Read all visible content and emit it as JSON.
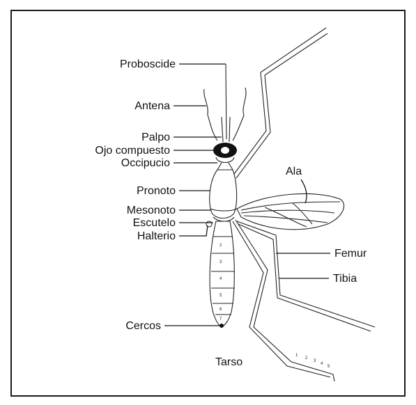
{
  "labels": {
    "proboscide": "Proboscide",
    "antena": "Antena",
    "palpo": "Palpo",
    "ojo": "Ojo compuesto",
    "occipucio": "Occipucio",
    "pronoto": "Pronoto",
    "mesonoto": "Mesonoto",
    "escutelo": "Escutelo",
    "halterio": "Halterio",
    "cercos": "Cercos",
    "ala": "Ala",
    "femur": "Femur",
    "tibia": "Tibia",
    "tarso": "Tarso"
  },
  "segment_numbers": [
    "2",
    "3",
    "4",
    "5",
    "6",
    "7"
  ],
  "tarsal_numbers": [
    "1",
    "2",
    "3",
    "4",
    "5"
  ]
}
